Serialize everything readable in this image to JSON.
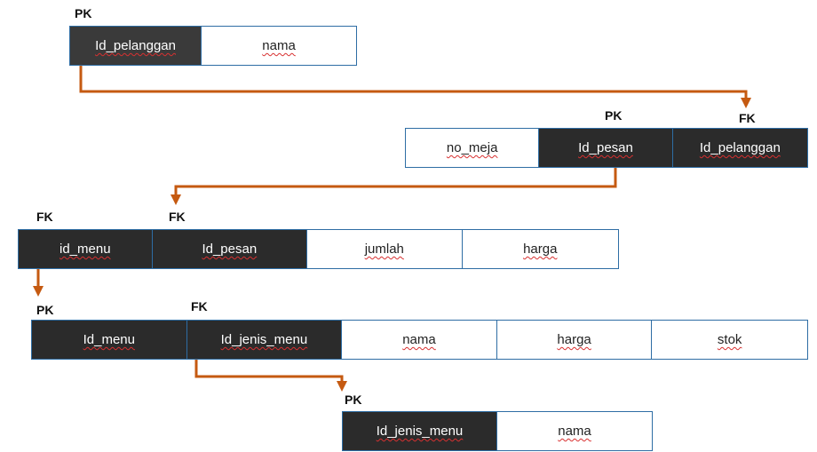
{
  "tables": [
    {
      "id": "pelanggan",
      "cells": [
        {
          "label": "Id_pelanggan",
          "key": true
        },
        {
          "label": "nama",
          "key": false
        }
      ]
    },
    {
      "id": "pesan",
      "cells": [
        {
          "label": "no_meja",
          "key": false
        },
        {
          "label": "Id_pesan",
          "key": true
        },
        {
          "label": "Id_pelanggan",
          "key": true
        }
      ]
    },
    {
      "id": "detail_pesan",
      "cells": [
        {
          "label": "id_menu",
          "key": true
        },
        {
          "label": "Id_pesan",
          "key": true
        },
        {
          "label": "jumlah",
          "key": false
        },
        {
          "label": "harga",
          "key": false
        }
      ]
    },
    {
      "id": "menu",
      "cells": [
        {
          "label": "Id_menu",
          "key": true
        },
        {
          "label": "Id_jenis_menu",
          "key": true
        },
        {
          "label": "nama",
          "key": false
        },
        {
          "label": "harga",
          "key": false
        },
        {
          "label": "stok",
          "key": false
        }
      ]
    },
    {
      "id": "jenis_menu",
      "cells": [
        {
          "label": "Id_jenis_menu",
          "key": true
        },
        {
          "label": "nama",
          "key": false
        }
      ]
    }
  ],
  "tags": {
    "pelanggan_pk": "PK",
    "pesan_pk": "PK",
    "pesan_fk": "FK",
    "detail_fk_menu": "FK",
    "detail_fk_pesan": "FK",
    "menu_pk": "PK",
    "menu_fk": "FK",
    "jenis_pk": "PK"
  },
  "colors": {
    "arrow": "#c55a11",
    "key_fill": "#2b2b2b",
    "border": "#2e6da4"
  }
}
